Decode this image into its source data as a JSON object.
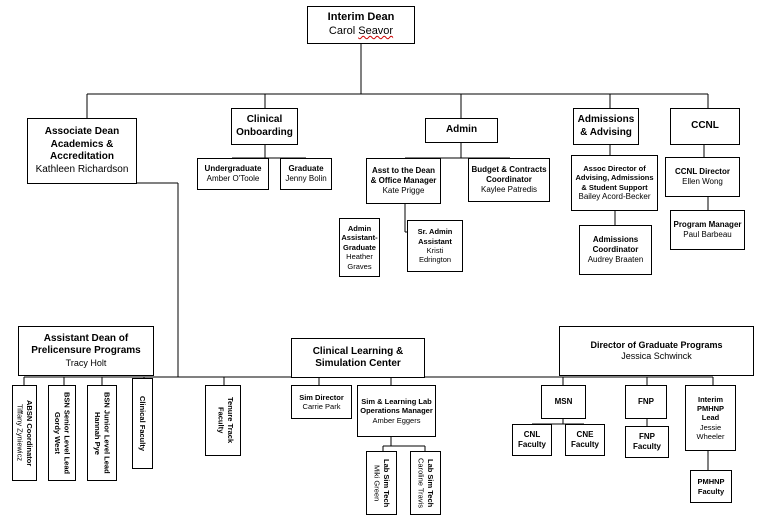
{
  "dean": {
    "title": "Interim Dean",
    "name_first": "Carol ",
    "name_last": "Seavor"
  },
  "assoc_dean": {
    "title": "Associate Dean Academics & Accreditation",
    "name": "Kathleen Richardson"
  },
  "clinical_onboarding": {
    "title": "Clinical Onboarding"
  },
  "undergraduate": {
    "title": "Undergraduate",
    "name": "Amber O'Toole"
  },
  "graduate": {
    "title": "Graduate",
    "name": "Jenny Bolin"
  },
  "admin": {
    "title": "Admin"
  },
  "asst_to_dean": {
    "title": "Asst to the Dean & Office Manager",
    "name": "Kate Prigge"
  },
  "budget": {
    "title": "Budget & Contracts Coordinator",
    "name": "Kaylee Patredis"
  },
  "admin_asst_grad": {
    "title": "Admin Assistant- Graduate",
    "name": "Heather Graves"
  },
  "sr_admin_asst": {
    "title": "Sr. Admin Assistant",
    "name": "Kristi Edrington"
  },
  "admissions": {
    "title": "Admissions & Advising"
  },
  "assoc_dir_advising": {
    "title": "Assoc Director of Advising, Admissions & Student Support",
    "name": "Bailey Acord-Becker"
  },
  "admissions_coord": {
    "title": "Admissions Coordinator",
    "name": "Audrey Braaten"
  },
  "ccnl": {
    "title": "CCNL"
  },
  "ccnl_director": {
    "title": "CCNL Director",
    "name": "Ellen Wong"
  },
  "program_manager": {
    "title": "Program Manager",
    "name": "Paul Barbeau"
  },
  "asst_dean_prelicensure": {
    "title": "Assistant Dean of Prelicensure Programs",
    "name": "Tracy Holt"
  },
  "absn_coord": {
    "title": "ABSN Coordinator",
    "name": "Tiffany Zyniewicz"
  },
  "bsn_senior": {
    "title": "BSN Senior Level Lead",
    "name": "Gordy West"
  },
  "bsn_junior": {
    "title": "BSN Junior Level Lead",
    "name": "Hannah Pye"
  },
  "clinical_faculty": {
    "title": "Clinical Faculty"
  },
  "tenure_track": {
    "title": "Tenure Track Faculty"
  },
  "clinical_learning": {
    "title": "Clinical Learning & Simulation Center"
  },
  "sim_director": {
    "title": "Sim Director",
    "name": "Carrie Park"
  },
  "sim_lab_ops": {
    "title": "Sim & Learning Lab Operations Manager",
    "name": "Amber Eggers"
  },
  "lab_sim_tech_1": {
    "title": "Lab Sim Tech",
    "name": "Miki Green"
  },
  "lab_sim_tech_2": {
    "title": "Lab Sim Tech",
    "name": "Caroline Travis"
  },
  "dir_grad": {
    "title": "Director of Graduate Programs",
    "name": "Jessica Schwinck"
  },
  "msn": {
    "title": "MSN"
  },
  "cnl_faculty": {
    "title": "CNL Faculty"
  },
  "cne_faculty": {
    "title": "CNE Faculty"
  },
  "fnp": {
    "title": "FNP"
  },
  "fnp_faculty": {
    "title": "FNP Faculty"
  },
  "interim_pmhnp": {
    "title": "Interim PMHNP Lead",
    "name": "Jessie Wheeler"
  },
  "pmhnp_faculty": {
    "title": "PMHNP Faculty"
  }
}
